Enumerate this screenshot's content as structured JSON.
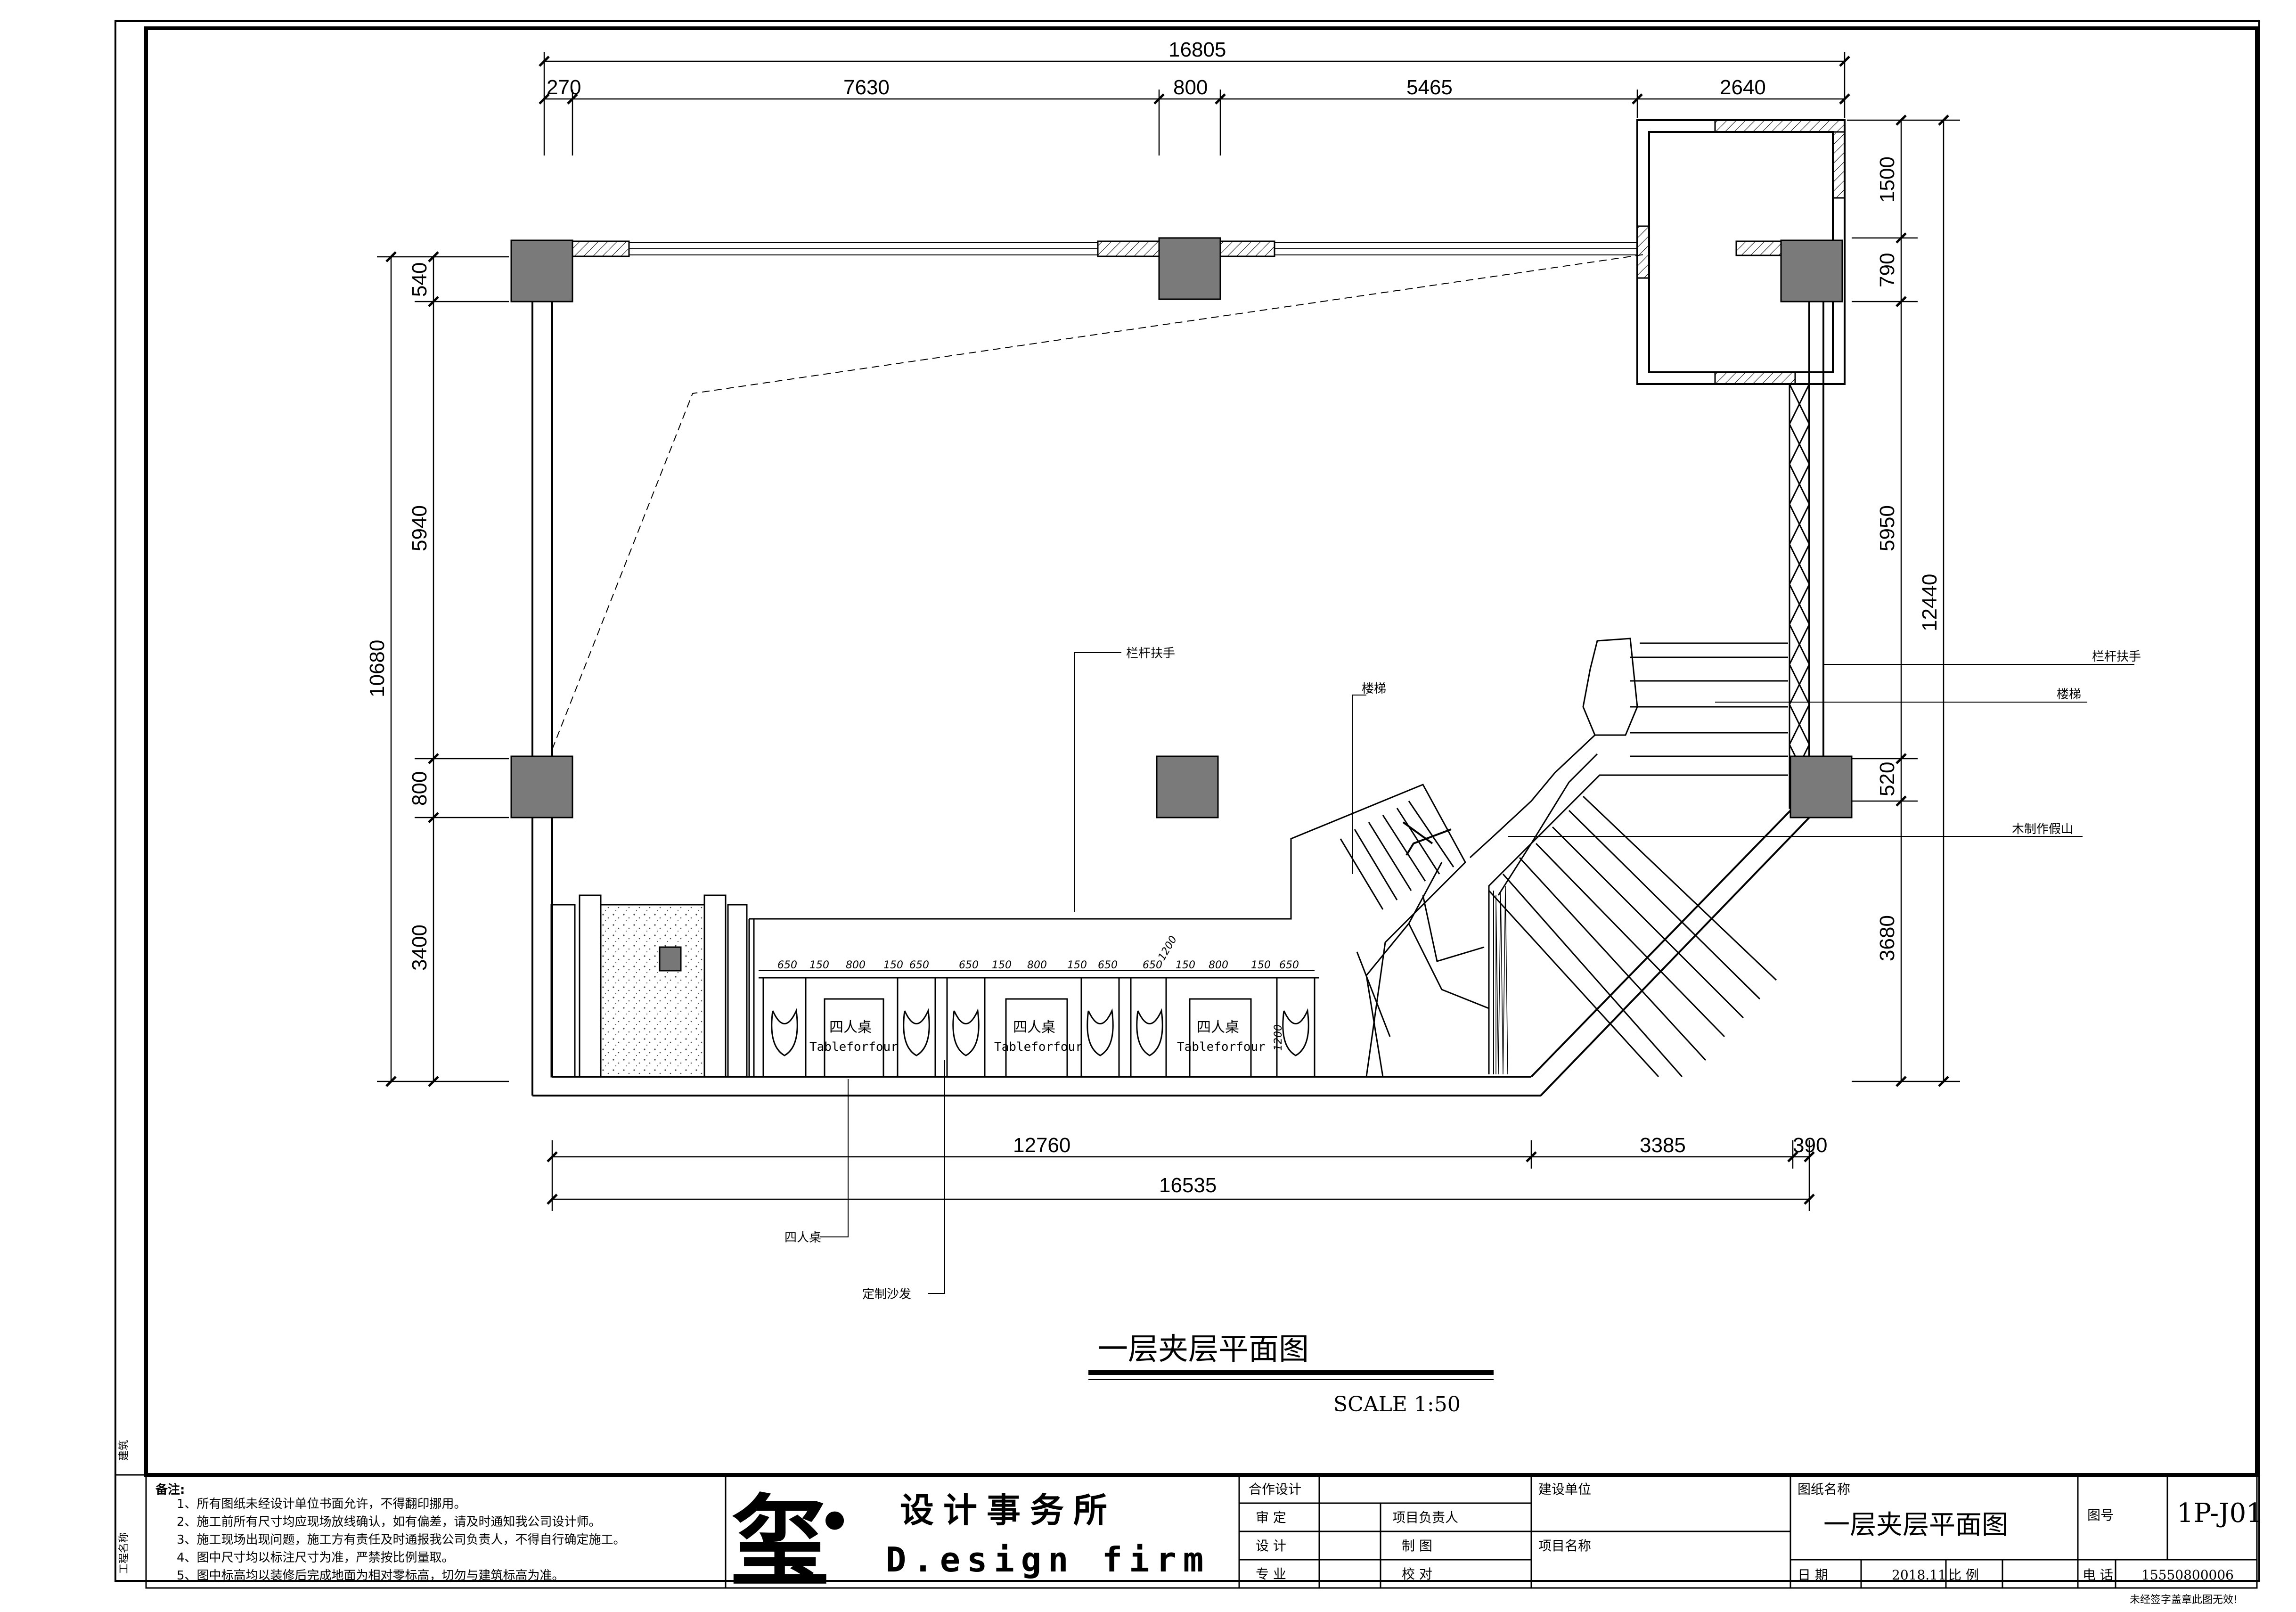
{
  "drawing": {
    "title": "一层夹层平面图",
    "scale": "SCALE   1:50"
  },
  "dimensions": {
    "top_overall": "16805",
    "top_segments": [
      "270",
      "7630",
      "800",
      "5465",
      "2640"
    ],
    "bottom_segments": [
      "12760",
      "3385",
      "390"
    ],
    "bottom_overall": "16535",
    "left_segments": [
      "540",
      "5940",
      "800",
      "3400"
    ],
    "left_overall": "10680",
    "right_segments": [
      "1500",
      "790",
      "5950",
      "520",
      "3680"
    ],
    "right_overall": "12440",
    "small_widths": [
      "650",
      "150",
      "800",
      "150",
      "650",
      "650",
      "150",
      "800",
      "150",
      "650",
      "650",
      "150",
      "800",
      "150",
      "650"
    ],
    "small_heights": [
      "1200",
      "1200"
    ]
  },
  "labels": {
    "railing_left": "栏杆扶手",
    "stairs_left": "楼梯",
    "railing_right": "栏杆扶手",
    "stairs_right": "楼梯",
    "rockery": "木制作假山",
    "table_callout": "四人桌",
    "sofa_callout": "定制沙发"
  },
  "tables": [
    {
      "cn": "四人桌",
      "en": "Tableforfour"
    },
    {
      "cn": "四人桌",
      "en": "Tableforfour"
    },
    {
      "cn": "四人桌",
      "en": "Tableforfour"
    }
  ],
  "notes": {
    "heading": "备注:",
    "items": [
      "1、所有图纸未经设计单位书面允许，不得翻印挪用。",
      "2、施工前所有尺寸均应现场放线确认，如有偏差，请及时通知我公司设计师。",
      "3、施工现场出现问题，施工方有责任及时通报我公司负责人，不得自行确定施工。",
      "4、图中尺寸均以标注尺寸为准，严禁按比例量取。",
      "5、图中标高均以装修后完成地面为相对零标高，切勿与建筑标高为准。"
    ],
    "side_top": "建筑",
    "side_bottom": "工程名称"
  },
  "title_block": {
    "logo_char": "玺",
    "logo_dot": "·",
    "firm_cn": "设计事务所",
    "firm_en": "D.esign firm",
    "coop_design": "合作设计",
    "review": "审    定",
    "design": "设    计",
    "specialty": "专    业",
    "project_lead": "项目负责人",
    "drafting": "制    图",
    "checking": "校    对",
    "client": "建设单位",
    "project_name": "项目名称",
    "drawing_name_label": "图纸名称",
    "drawing_name": "一层夹层平面图",
    "date_label": "日    期",
    "date": "2018.11",
    "scale_label": "比    例",
    "drawing_no_label": "图号",
    "drawing_no": "1P-J01",
    "phone_label": "电    话",
    "phone": "15550800006",
    "footer": "未经签字盖章此图无效!"
  }
}
